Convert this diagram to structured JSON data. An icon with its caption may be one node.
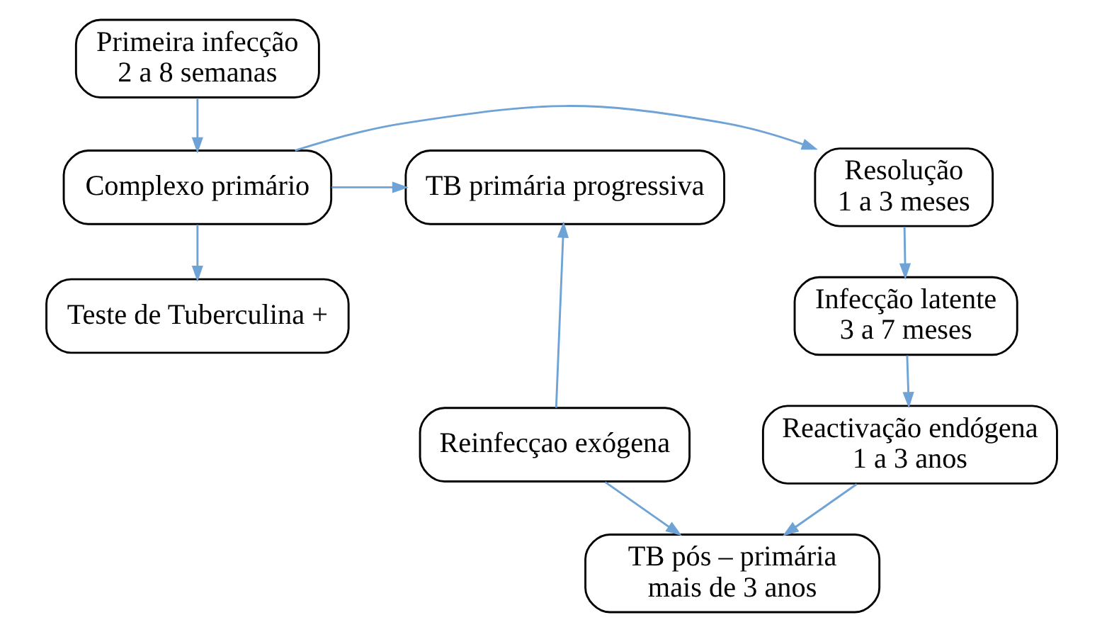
{
  "diagram": {
    "nodes": [
      {
        "text": [
          "Primeira infecção",
          "2 a 8 semanas"
        ]
      },
      {
        "text": [
          "Complexo primário"
        ]
      },
      {
        "text": [
          "Resolução",
          "1 a 3 meses"
        ]
      },
      {
        "text": [
          "TB primária progressiva"
        ]
      },
      {
        "text": [
          "Teste de Tuberculina +"
        ]
      },
      {
        "text": [
          "Infecção latente",
          "3 a 7 meses"
        ]
      },
      {
        "text": [
          "Reinfecçao exógena"
        ]
      },
      {
        "text": [
          "Reactivação endógena",
          "1 a 3 anos"
        ]
      },
      {
        "text": [
          "TB pós – primária",
          "mais de 3 anos"
        ]
      }
    ],
    "edges": [
      {
        "from": 0,
        "to": 1,
        "arrow": "to"
      },
      {
        "from": 1,
        "to": 2,
        "arrow": "to"
      },
      {
        "from": 1,
        "to": 3,
        "arrow": "to"
      },
      {
        "from": 1,
        "to": 4,
        "arrow": "to"
      },
      {
        "from": 2,
        "to": 5,
        "arrow": "to"
      },
      {
        "from": 5,
        "to": 7,
        "arrow": "to"
      },
      {
        "from": 7,
        "to": 8,
        "arrow": "to"
      },
      {
        "from": 6,
        "to": 8,
        "arrow": "to"
      },
      {
        "from": 6,
        "to": 3,
        "arrow": "to"
      }
    ]
  }
}
